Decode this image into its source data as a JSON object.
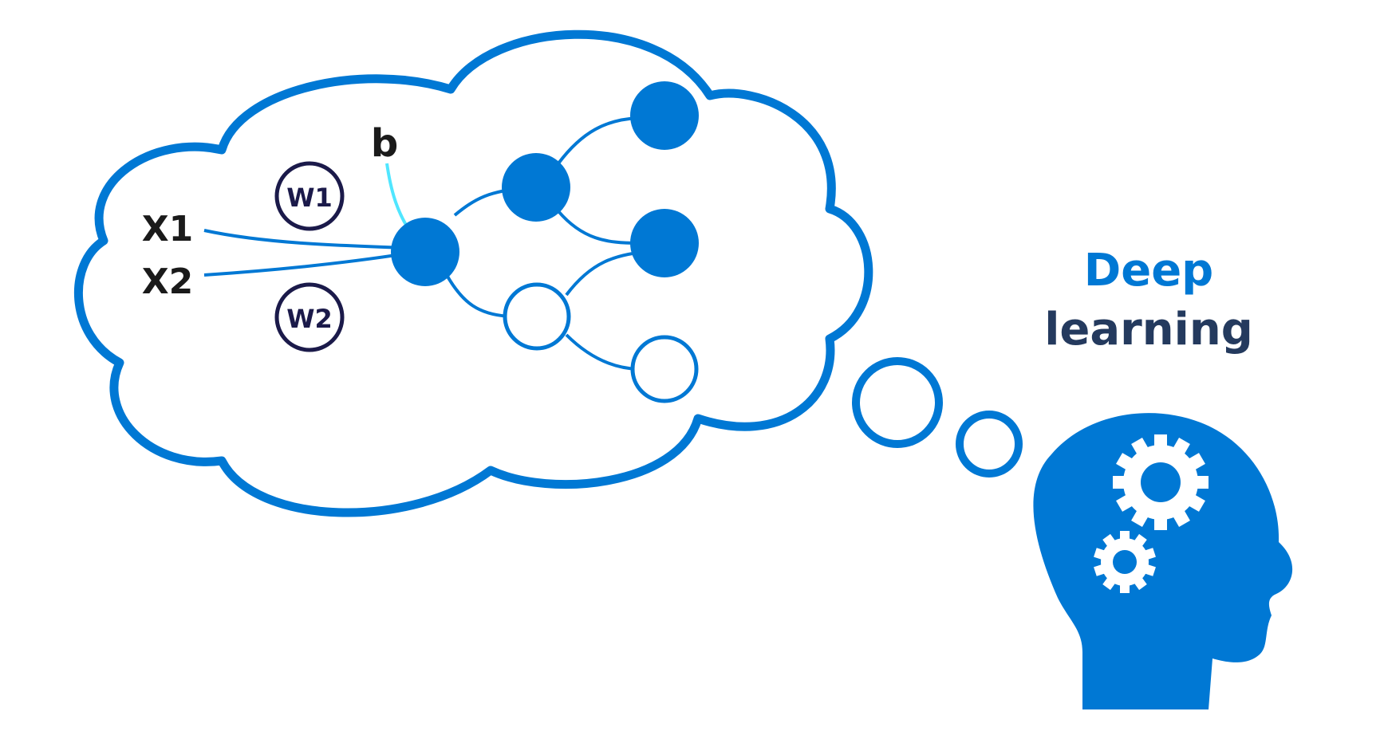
{
  "labels": {
    "x1": "X1",
    "x2": "X2",
    "w1": "W1",
    "w2": "W2",
    "bias": "b"
  },
  "title": {
    "line1": "Deep",
    "line2": "learning"
  },
  "colors": {
    "primary_blue": "#0078d4",
    "bias_line": "#50e6ff",
    "weight_circle": "#1b1a4a",
    "label_text": "#1a1a1a",
    "title_dark": "#243a5e"
  },
  "icons": {
    "head": "head-with-gears-icon",
    "gear_large": "gear-icon",
    "gear_small": "gear-icon"
  }
}
